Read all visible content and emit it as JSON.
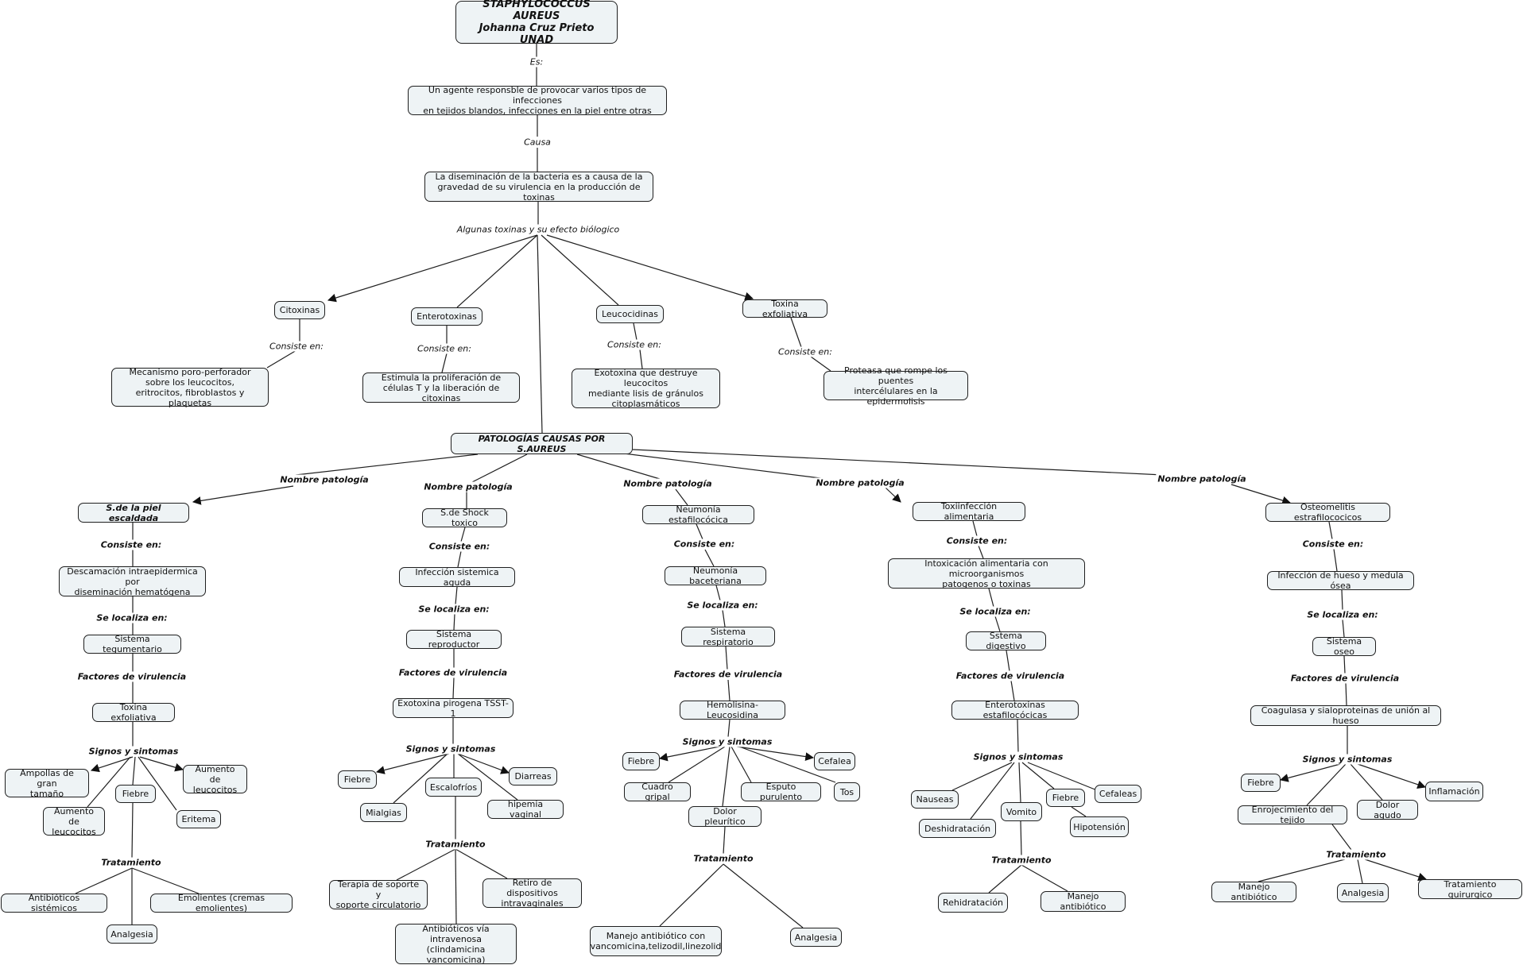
{
  "colors": {
    "node_fill": "#eef3f5",
    "node_border": "#1f1f1f",
    "line": "#1f1f1f"
  },
  "nodes": {
    "title": "STAPHYLOCOCCUS AUREUS\nJohanna Cruz Prieto\nUNAD",
    "agente": "Un agente responsble de provocar varios tipos de infecciones\nen tejidos blandos, infecciones en la piel entre otras",
    "diseminacion": "La diseminación de la bacteria es a causa de la\ngravedad de su virulencia en la producción de toxinas",
    "citoxinas": "Citoxinas",
    "enterotoxinas": "Enterotoxinas",
    "leucocidinas": "Leucocidinas",
    "toxina_exfoliativa": "Toxina  exfoliativa",
    "mecanismo": "Mecanismo  poro-perforador\nsobre los leucocitos,\neritrocitos, fibroblastos y plaquetas",
    "estimula": "Estimula la proliferación de\ncélulas T y la liberación de citoxinas",
    "exotoxina_leuco": "Exotoxina que destruye leucocitos\nmediante lisis de gránulos\ncitoplasmáticos",
    "proteasa": "Proteasa que rompe los puentes\nintercélulares en la epidermolisis",
    "patologias": "PATOLOGÍAS CAUSAS POR S.AUREUS",
    "p1": "S.de la piel escaldada",
    "p1_consiste": "Descamación intraepidermica por\ndiseminación hematógena",
    "p1_localiza": "Sistema tegumentario",
    "p1_factor": "Toxina exfoliativa",
    "p1_ampollas": "Ampollas de gran\ntamaño",
    "p1_aumento_leuco": "Aumento\nde leucocitos",
    "p1_fiebre": "Fiebre",
    "p1_aumento_de": "Aumento de\nleucocitos",
    "p1_eritema": "Eritema",
    "p1_antibioticos": "Antibióticos sistémicos",
    "p1_emolientes": "Emolientes (cremas emolientes)",
    "p1_analgesia": "Analgesia",
    "p2": "S.de Shock toxico",
    "p2_consiste": "Infección sistemica aguda",
    "p2_localiza": "Sistema reproductor",
    "p2_factor": "Exotoxina pirogena TSST-1",
    "p2_fiebre": "Fiebre",
    "p2_diarreas": "Diarreas",
    "p2_escalofrios": "Escalofríos",
    "p2_mialgias": "Mialgias",
    "p2_hipemia": "hipemia vaginal",
    "p2_terapia": "Terapia de soporte y\nsoporte circulatorio",
    "p2_retiro": "Retiro de dispositivos\nintravaginales",
    "p2_antibioticos": "Antibióticos vía\nintravenosa\n(clindamicina vancomicina)",
    "p3": "Neumonía estafilocócica",
    "p3_consiste": "Neumonía baceteriana",
    "p3_localiza": "Sistema respiratorio",
    "p3_factor": "Hemolisina-Leucosidina",
    "p3_fiebre": "Fiebre",
    "p3_cefalea": "Cefalea",
    "p3_cuadro": "Cuadro gripal",
    "p3_esputo": "Esputo purulento",
    "p3_tos": "Tos",
    "p3_dolor": "Dolor pleurítico",
    "p3_manejo": "Manejo antibiótico con\nvancomicina,telizodil,linezolid",
    "p3_analgesia": "Analgesia",
    "p4": "Toxiinfección alimentaria",
    "p4_consiste": "Intoxicación alimentaria con microorganismos\npatogenos o toxinas",
    "p4_localiza": "Sstema digestivo",
    "p4_factor": "Enterotoxinas estafilocócicas",
    "p4_nauseas": "Nauseas",
    "p4_deshidratacion": "Deshidratación",
    "p4_vomito": "Vomito",
    "p4_fiebre": "Fiebre",
    "p4_cefaleas": "Cefaleas",
    "p4_hipotension": "Hipotensión",
    "p4_rehidratacion": "Rehidratación",
    "p4_manejo": "Manejo antibiótico",
    "p5": "Osteomelitis estrafilococicos",
    "p5_consiste": "Infección de hueso y medula ósea",
    "p5_localiza": "Sistema oseo",
    "p5_factor": "Coagulasa y sialoproteinas de unión al hueso",
    "p5_fiebre": "Fiebre",
    "p5_inflamacion": "Inflamación",
    "p5_enrojecimiento": "Enrojecimiento del tejido",
    "p5_dolor": "Dolor agudo",
    "p5_manejo": "Manejo antibiótico",
    "p5_analgesia": "Analgesia",
    "p5_quirurgico": "Tratamiento quirurgico"
  },
  "labels": {
    "es": "Es:",
    "causa": "Causa",
    "algunas": "Algunas toxinas y su efecto biólogico",
    "consiste_en": "Consiste en:",
    "nombre_patologia": "Nombre patología",
    "consiste_en_b": "Consiste en:",
    "se_localiza": "Se localiza en:",
    "factores": "Factores de virulencia",
    "signos": "Signos y sintomas",
    "tratamiento": "Tratamiento"
  }
}
